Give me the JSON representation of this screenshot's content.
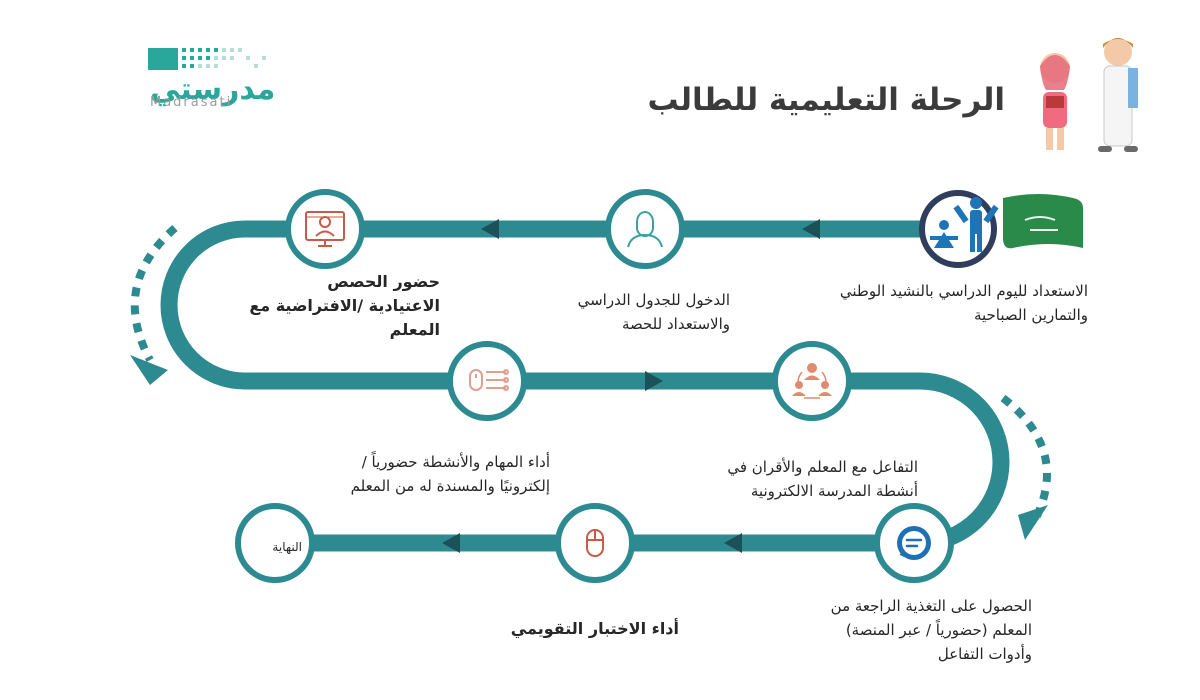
{
  "title": "الرحلة التعليمية للطالب",
  "logo": {
    "text": "مدرستي",
    "sub": "Madrasati"
  },
  "colors": {
    "track": "#2c8a90",
    "ring": "#2c8a90",
    "arrow": "#1b5158",
    "icon_main": "#3aa0a6",
    "icon_alt": "#e0a090",
    "chat": "#1e6fb4"
  },
  "steps": [
    {
      "id": "step1",
      "lines": [
        "الاستعداد لليوم الدراسي بالنشيد الوطني",
        "والتمارين الصباحية"
      ],
      "icon": "exercise-icon"
    },
    {
      "id": "step2",
      "lines": [
        "الدخول للجدول الدراسي",
        "والاستعداد للحصة"
      ],
      "icon": "student-icon"
    },
    {
      "id": "step3",
      "lines": [
        "حضور الحصص",
        "الاعتيادية /الافتراضية  مع",
        "المعلم"
      ],
      "icon": "virtual-class-icon"
    },
    {
      "id": "step4",
      "lines": [
        "أداء المهام والأنشطة حضورياً /",
        "إلكترونيًا والمسندة له من المعلم"
      ],
      "icon": "tasks-icon"
    },
    {
      "id": "step5",
      "lines": [
        "التفاعل مع المعلم والأقران في",
        "أنشطة المدرسة الالكترونية"
      ],
      "icon": "group-icon"
    },
    {
      "id": "step6",
      "lines": [
        "الحصول على التغذية الراجعة من",
        "المعلم  (حضورياً / عبر المنصة)",
        "وأدوات التفاعل"
      ],
      "icon": "chat-icon"
    },
    {
      "id": "step7",
      "lines": [
        "أداء الاختبار التقويمي"
      ],
      "icon": "mouse-icon"
    },
    {
      "id": "step8",
      "lines": [
        "النهاية"
      ],
      "icon": "end-icon"
    }
  ]
}
